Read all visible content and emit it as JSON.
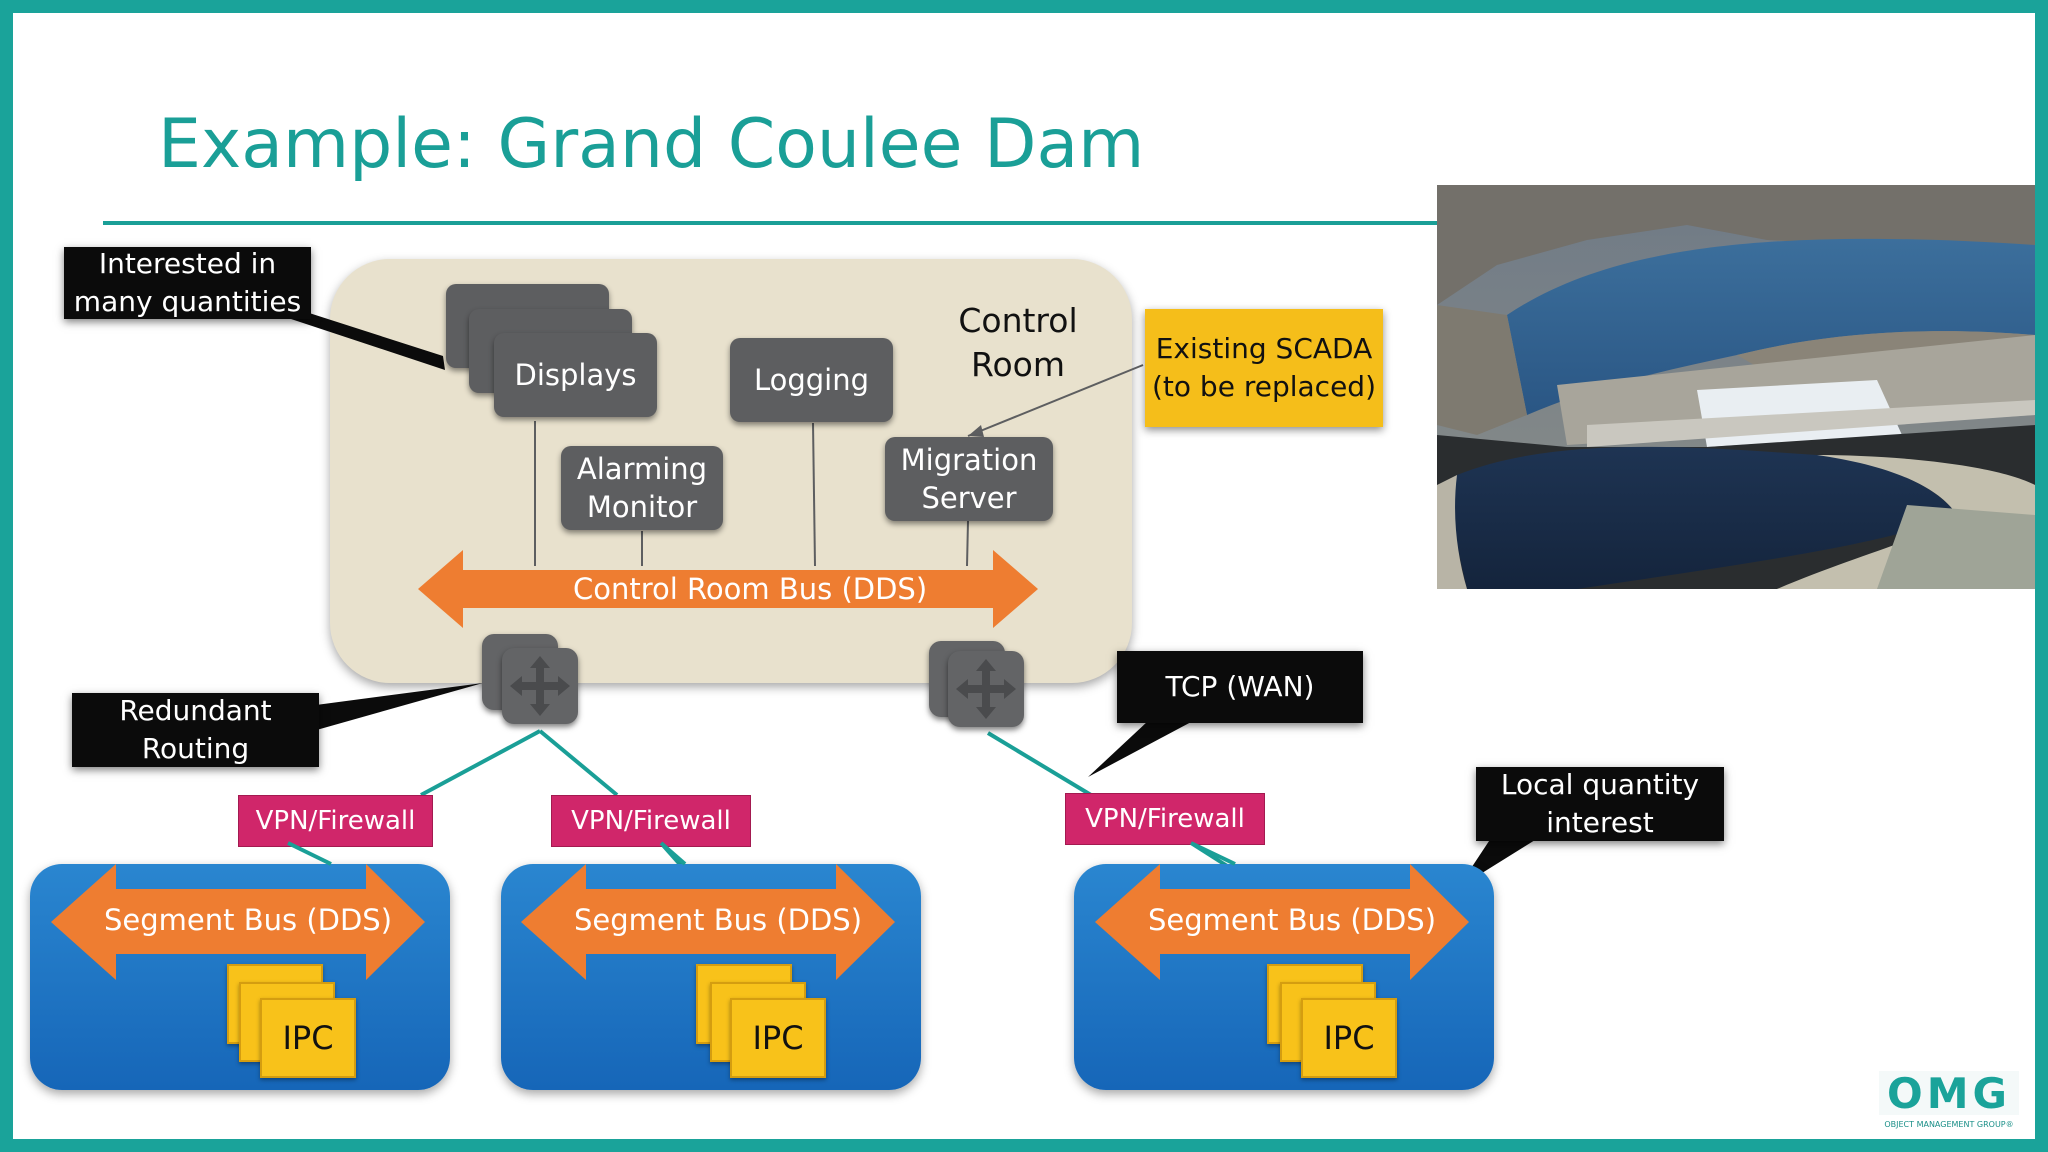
{
  "slide": {
    "title": "Example: Grand Coulee Dam"
  },
  "control_room": {
    "label": "Control\nRoom",
    "bus_label": "Control Room Bus (DDS)",
    "nodes": {
      "displays": "Displays",
      "logging": "Logging",
      "alarming": "Alarming\nMonitor",
      "migration": "Migration\nServer"
    }
  },
  "callouts": {
    "interested": "Interested in\nmany quantities",
    "redundant": "Redundant\nRouting",
    "tcp": "TCP (WAN)",
    "local": "Local quantity\ninterest",
    "scada": "Existing SCADA\n(to be replaced)"
  },
  "vpn_labels": [
    "VPN/Firewall",
    "VPN/Firewall",
    "VPN/Firewall"
  ],
  "segments": [
    {
      "bus_label": "Segment Bus (DDS)",
      "ipc_label": "IPC"
    },
    {
      "bus_label": "Segment Bus (DDS)",
      "ipc_label": "IPC"
    },
    {
      "bus_label": "Segment Bus (DDS)",
      "ipc_label": "IPC"
    }
  ],
  "logo": {
    "text": "OMG",
    "subtext": "OBJECT MANAGEMENT GROUP®"
  },
  "icons": [
    "router-icon",
    "dam-photo"
  ],
  "colors": {
    "accent": "#1a9f97",
    "bus_orange": "#ee7d31",
    "segment_blue": "#1f74c4",
    "vpn_pink": "#d0266a",
    "scada_yellow": "#f5be1a"
  }
}
